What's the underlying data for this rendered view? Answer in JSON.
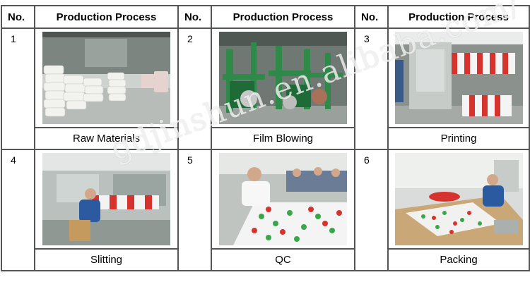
{
  "header": {
    "no_label": "No.",
    "process_label": "Production Process"
  },
  "rows": [
    [
      {
        "num": "1",
        "caption": "Raw Materials",
        "photo": "warehouse-sacks"
      },
      {
        "num": "2",
        "caption": "Film Blowing",
        "photo": "film-blowing-machines"
      },
      {
        "num": "3",
        "caption": "Printing",
        "photo": "printing-press"
      }
    ],
    [
      {
        "num": "4",
        "caption": "Slitting",
        "photo": "slitting-worker"
      },
      {
        "num": "5",
        "caption": "QC",
        "photo": "qc-inspection"
      },
      {
        "num": "6",
        "caption": "Packing",
        "photo": "packing-table"
      }
    ]
  ],
  "watermark": "gdjinshun.en.alibaba.com/"
}
